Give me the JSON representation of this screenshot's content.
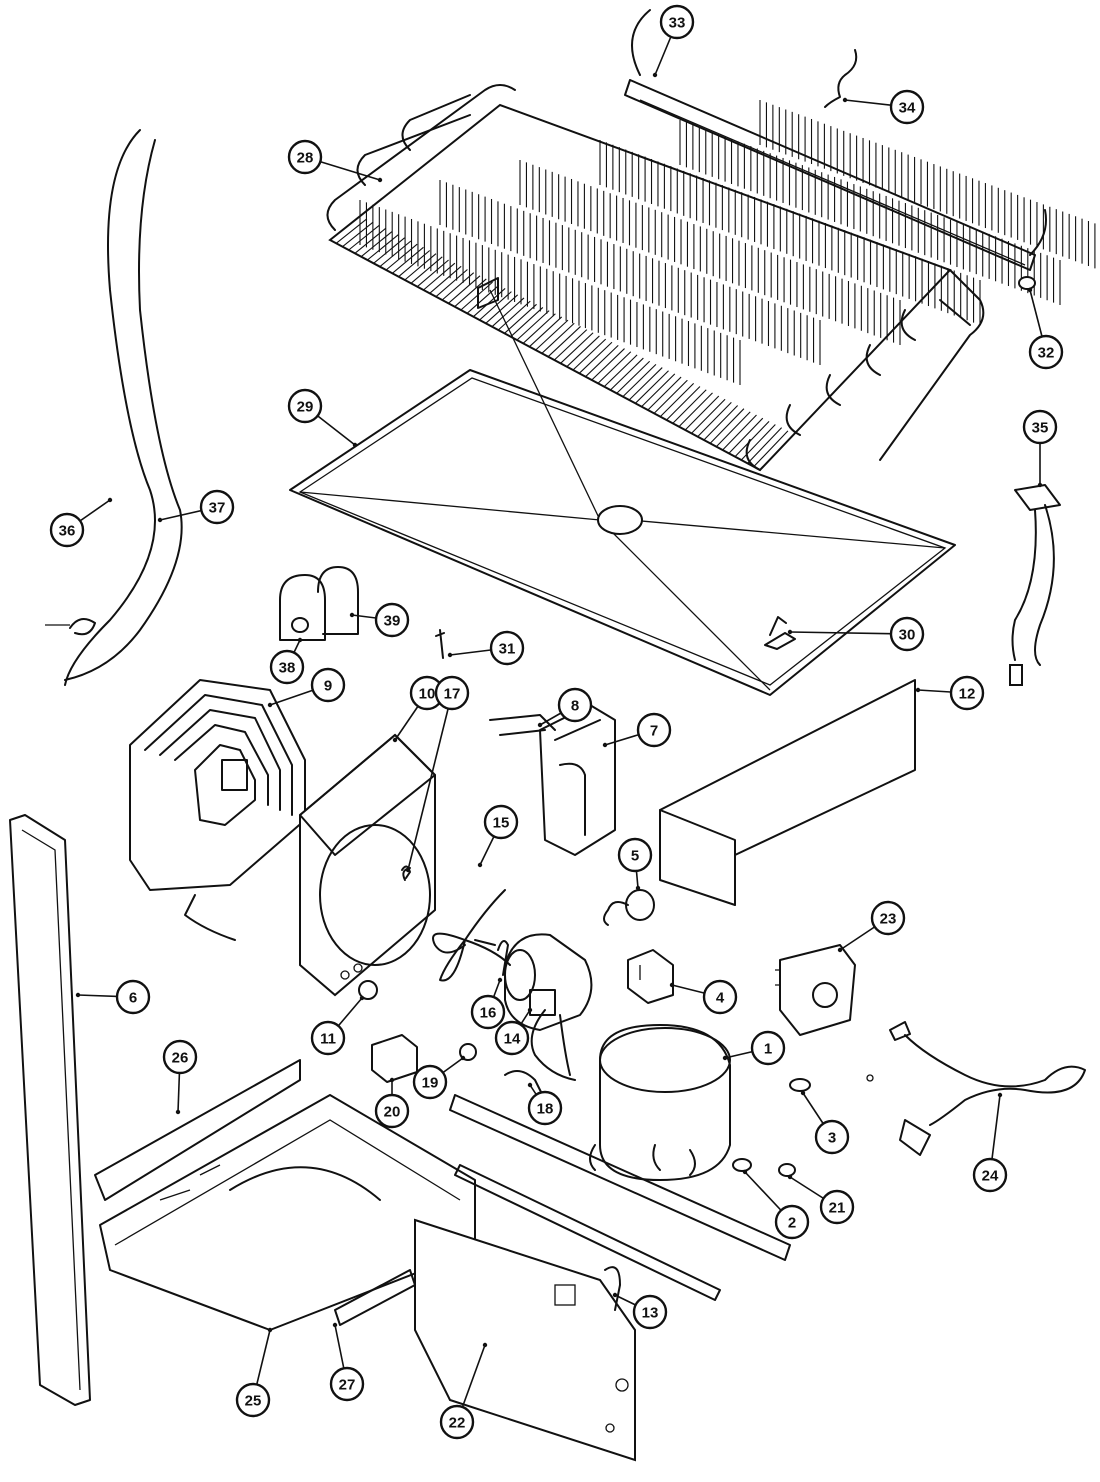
{
  "callouts": [
    {
      "id": "1",
      "label": "1"
    },
    {
      "id": "2",
      "label": "2"
    },
    {
      "id": "3",
      "label": "3"
    },
    {
      "id": "4",
      "label": "4"
    },
    {
      "id": "5",
      "label": "5"
    },
    {
      "id": "6",
      "label": "6"
    },
    {
      "id": "7",
      "label": "7"
    },
    {
      "id": "8",
      "label": "8"
    },
    {
      "id": "9",
      "label": "9"
    },
    {
      "id": "10",
      "label": "10"
    },
    {
      "id": "11",
      "label": "11"
    },
    {
      "id": "12",
      "label": "12"
    },
    {
      "id": "13",
      "label": "13"
    },
    {
      "id": "14",
      "label": "14"
    },
    {
      "id": "15",
      "label": "15"
    },
    {
      "id": "16",
      "label": "16"
    },
    {
      "id": "17",
      "label": "17"
    },
    {
      "id": "18",
      "label": "18"
    },
    {
      "id": "19",
      "label": "19"
    },
    {
      "id": "20",
      "label": "20"
    },
    {
      "id": "21",
      "label": "21"
    },
    {
      "id": "22",
      "label": "22"
    },
    {
      "id": "23",
      "label": "23"
    },
    {
      "id": "24",
      "label": "24"
    },
    {
      "id": "25",
      "label": "25"
    },
    {
      "id": "26",
      "label": "26"
    },
    {
      "id": "27",
      "label": "27"
    },
    {
      "id": "28",
      "label": "28"
    },
    {
      "id": "29",
      "label": "29"
    },
    {
      "id": "30",
      "label": "30"
    },
    {
      "id": "31",
      "label": "31"
    },
    {
      "id": "32",
      "label": "32"
    },
    {
      "id": "33",
      "label": "33"
    },
    {
      "id": "34",
      "label": "34"
    },
    {
      "id": "35",
      "label": "35"
    },
    {
      "id": "36",
      "label": "36"
    },
    {
      "id": "37",
      "label": "37"
    },
    {
      "id": "38",
      "label": "38"
    },
    {
      "id": "39",
      "label": "39"
    }
  ]
}
